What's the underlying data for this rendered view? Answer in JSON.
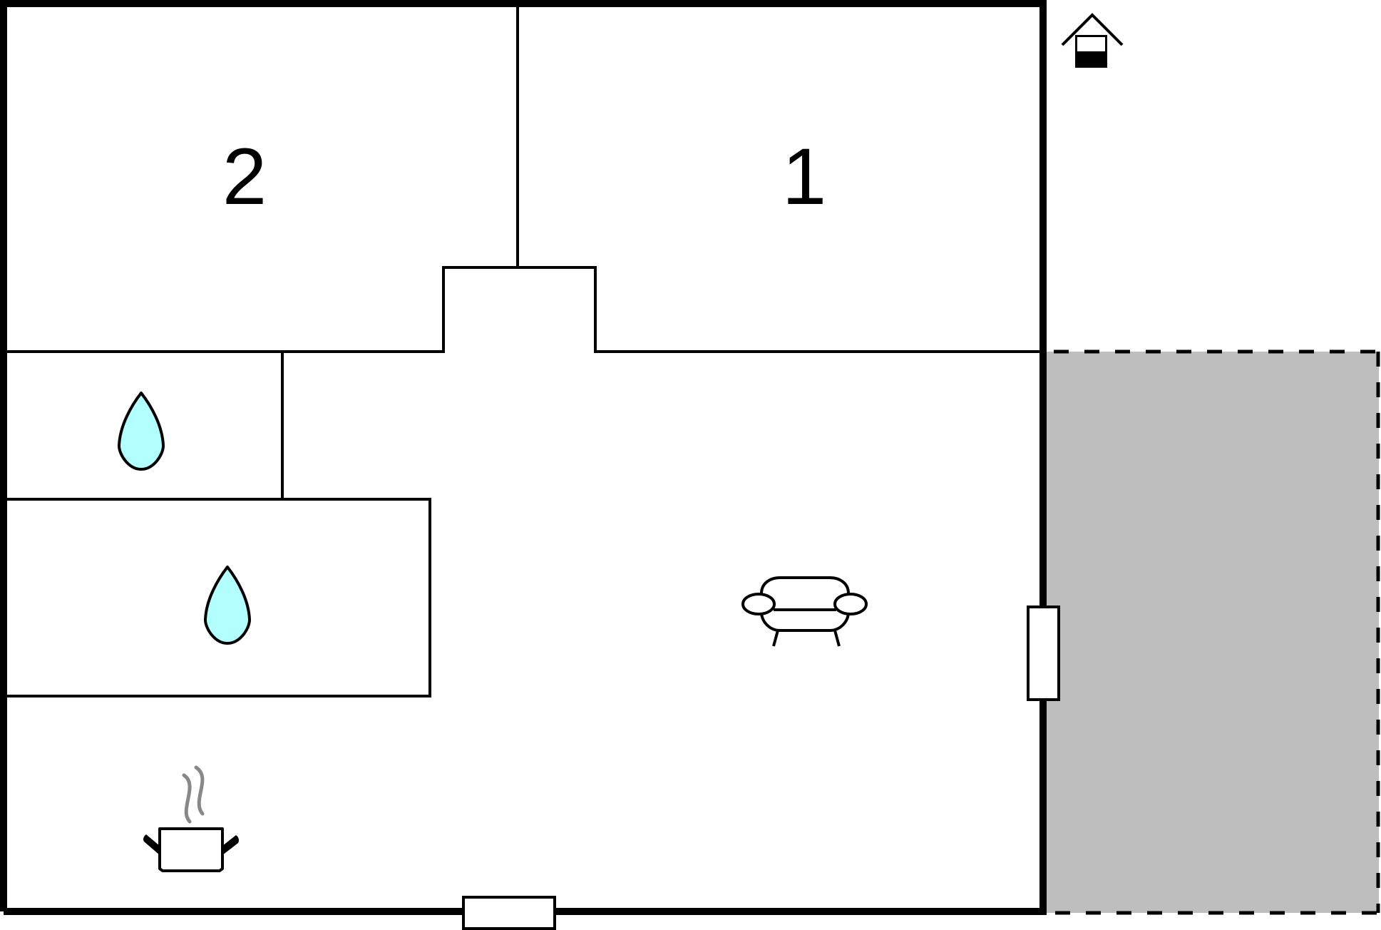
{
  "floorplan": {
    "rooms": [
      {
        "id": "bedroom-2",
        "label": "2",
        "type": "bedroom"
      },
      {
        "id": "bedroom-1",
        "label": "1",
        "type": "bedroom"
      },
      {
        "id": "bathroom-a",
        "label": "",
        "type": "bathroom",
        "icon": "water-drop-icon"
      },
      {
        "id": "bathroom-b",
        "label": "",
        "type": "bathroom",
        "icon": "water-drop-icon"
      },
      {
        "id": "living-room",
        "label": "",
        "type": "living",
        "icon": "sofa-icon"
      },
      {
        "id": "kitchen",
        "label": "",
        "type": "kitchen",
        "icon": "cooking-pot-icon"
      },
      {
        "id": "terrace",
        "label": "",
        "type": "terrace"
      }
    ],
    "colors": {
      "wall": "#000000",
      "water_fill": "#b3ffff",
      "terrace_fill": "#bebebe",
      "steam": "#888888",
      "background": "#ffffff"
    },
    "legend_icon": "house-icon"
  }
}
